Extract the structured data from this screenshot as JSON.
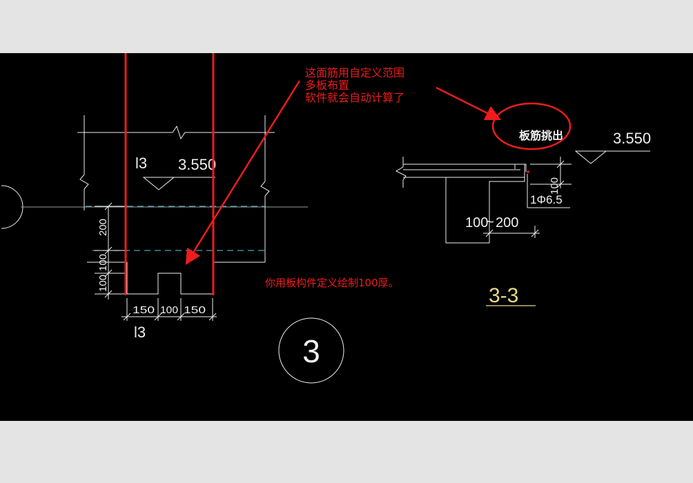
{
  "colors": {
    "background": "#000000",
    "frame": "#e4e4e4",
    "drawing_lines": "#f0f0f0",
    "annotation": "#ee1c1c",
    "section_title": "#e8d98a",
    "hidden_line": "#4aa6b6"
  },
  "left_detail": {
    "elev_tag": "l3",
    "elev_value": "3.550",
    "dims_vertical": [
      "200",
      "100",
      "100"
    ],
    "dims_horizontal": [
      "150",
      "100",
      "150"
    ],
    "bottom_tag": "l3"
  },
  "section_3_3": {
    "note": "板筋挑出",
    "elev_value": "3.550",
    "dim_side": "100",
    "rebar": "1Φ6.5",
    "dim_bottom_a": "100",
    "dim_bottom_b": "200",
    "title": "3-3"
  },
  "detail_bubble": "3",
  "annotations": {
    "top_lines": [
      "这面筋用自定义范围",
      "多板布置",
      "软件就会自动计算了"
    ],
    "bottom_note": "你用板构件定义绘制100厚。"
  }
}
